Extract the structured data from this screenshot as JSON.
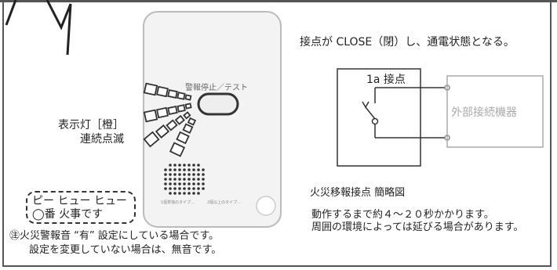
{
  "labels": {
    "lamp_line1": "表示灯［橙］",
    "lamp_line2": "連続点滅",
    "speech_line1": "ピー ヒュー ヒュー",
    "speech_line2": "◯番 火事です",
    "note_line1": "㊟火災警報音 “有” 設定にしている場合です。",
    "note_line2": "設定を変更していない場合は、無音です。",
    "heading": "接点が CLOSE（閉）し、通電状態となる。",
    "contact": "1a 接点",
    "device": "外部接続機器",
    "caption": "火災移報接点 簡略図",
    "timing_line1": "動作するまで約４～２０秒かかります。",
    "timing_line2": "周囲の環境によっては延びる場合があります。",
    "button": "警報停止／テスト",
    "small_left": "1個単独のタイプ…",
    "small_right": "2個以上のタイプ…"
  },
  "colors": {
    "line": "#333333",
    "device_border": "#aaaaaa",
    "alarm_body": "#f2f2f2"
  }
}
